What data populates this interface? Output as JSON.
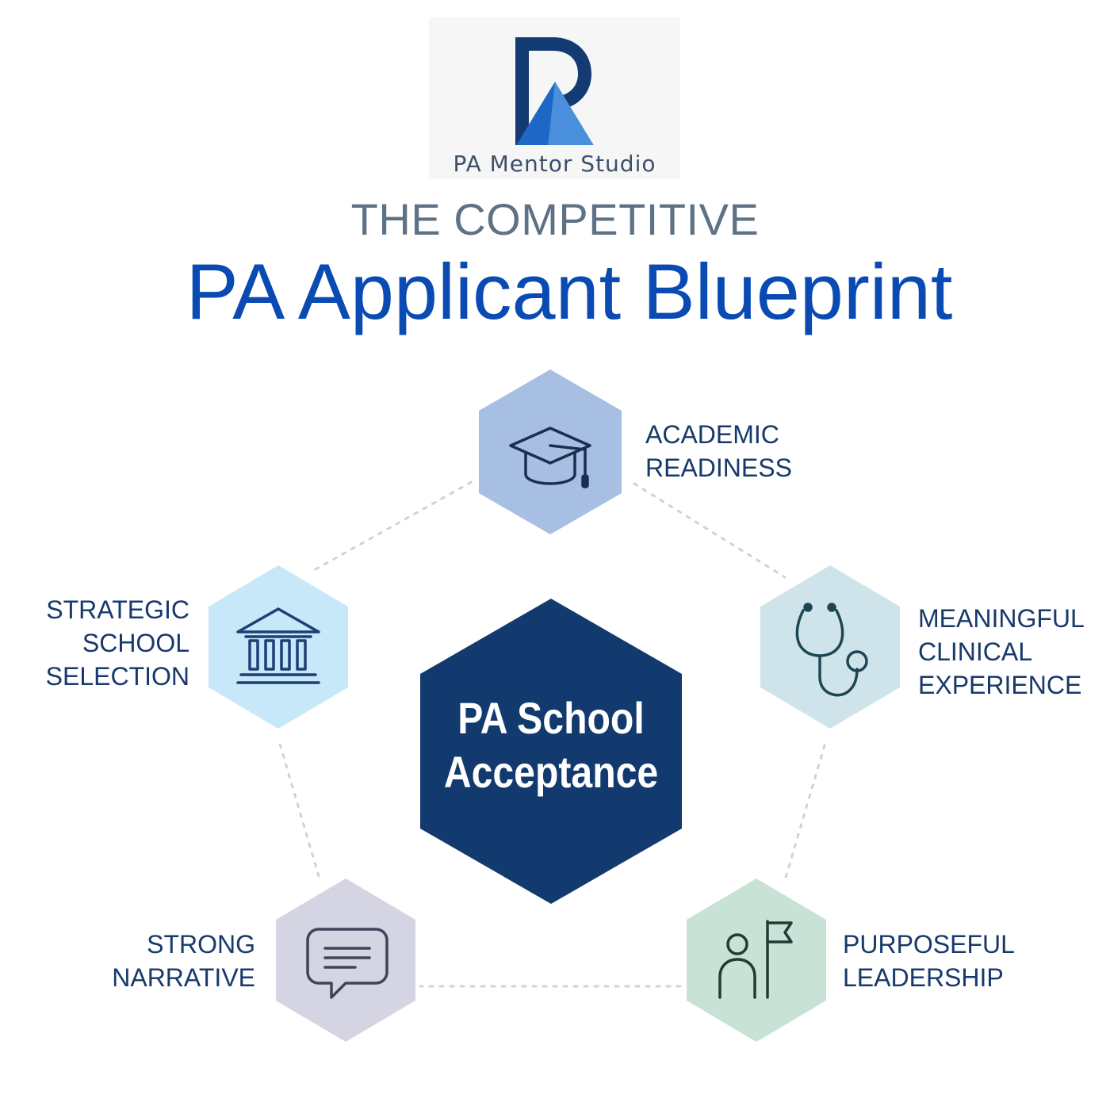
{
  "logo": {
    "brand_text": "PA Mentor Studio",
    "colors": {
      "dark": "#133a72",
      "mid": "#1e67c6",
      "light": "#4a8fdb"
    }
  },
  "headline": {
    "top": "THE COMPETITIVE",
    "main": "PA Applicant Blueprint"
  },
  "center": {
    "lines": [
      "PA School",
      "Acceptance"
    ],
    "color": "#133a6e"
  },
  "pillars": [
    {
      "id": "academic",
      "icon": "graduation-cap-icon",
      "lines": [
        "ACADEMIC",
        "READINESS"
      ],
      "color": "#a8bfe4"
    },
    {
      "id": "clinical",
      "icon": "stethoscope-icon",
      "lines": [
        "MEANINGFUL",
        "CLINICAL",
        "EXPERIENCE"
      ],
      "color": "#cfe4ea"
    },
    {
      "id": "leadership",
      "icon": "person-flag-icon",
      "lines": [
        "PURPOSEFUL",
        "LEADERSHIP"
      ],
      "color": "#c8e2d6"
    },
    {
      "id": "narrative",
      "icon": "chat-bubble-icon",
      "lines": [
        "STRONG",
        "NARRATIVE"
      ],
      "color": "#d4d4e3"
    },
    {
      "id": "school",
      "icon": "building-columns-icon",
      "lines": [
        "STRATEGIC",
        "SCHOOL",
        "SELECTION"
      ],
      "color": "#c7e8f8"
    }
  ]
}
